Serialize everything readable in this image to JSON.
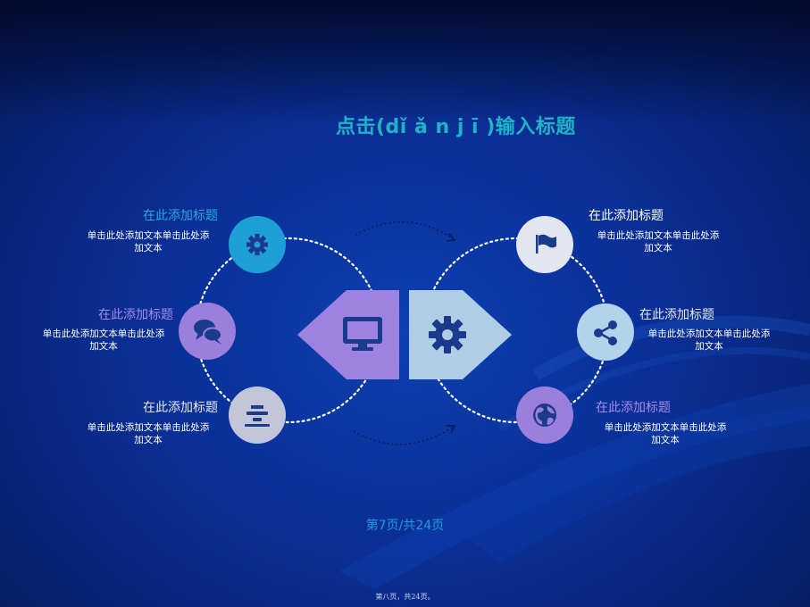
{
  "title": "点击(dǐ ǎ n j ī )输入标题",
  "left_items": [
    {
      "title": "在此添加标题",
      "desc_line1": "单击此处添加文本单击此处添",
      "desc_line2": "加文本",
      "icon": "gear-icon",
      "color": "#1e9fd6",
      "title_color": "#2aa8e0"
    },
    {
      "title": "在此添加标题",
      "desc_line1": "单击此处添加文本单击此处添",
      "desc_line2": "加文本",
      "icon": "chat-bubbles-icon",
      "color": "#9b7fdc",
      "title_color": "#a78ae6"
    },
    {
      "title": "在此添加标题",
      "desc_line1": "单击此处添加文本单击此处添",
      "desc_line2": "加文本",
      "icon": "stack-icon",
      "color": "#c3c6d8",
      "title_color": "#e6e8f2"
    }
  ],
  "right_items": [
    {
      "title": "在此添加标题",
      "desc_line1": "单击此处添加文本单击此处添",
      "desc_line2": "加文本",
      "icon": "flag-icon",
      "color": "#e4e6ef",
      "title_color": "#ffffff"
    },
    {
      "title": "在此添加标题",
      "desc_line1": "单击此处添加文本单击此处添",
      "desc_line2": "加文本",
      "icon": "share-icon",
      "color": "#b3d3ea",
      "title_color": "#e6e8f2"
    },
    {
      "title": "在此添加标题",
      "desc_line1": "单击此处添加文本单击此处添",
      "desc_line2": "加文本",
      "icon": "globe-icon",
      "color": "#9b7fdc",
      "title_color": "#a78ae6"
    }
  ],
  "center": {
    "left_icon": "monitor-icon",
    "left_color": "#9d82df",
    "right_icon": "gear-icon",
    "right_color": "#b0cde6"
  },
  "page_number": "第7页/共24页",
  "footer": "第八页，共24页。"
}
